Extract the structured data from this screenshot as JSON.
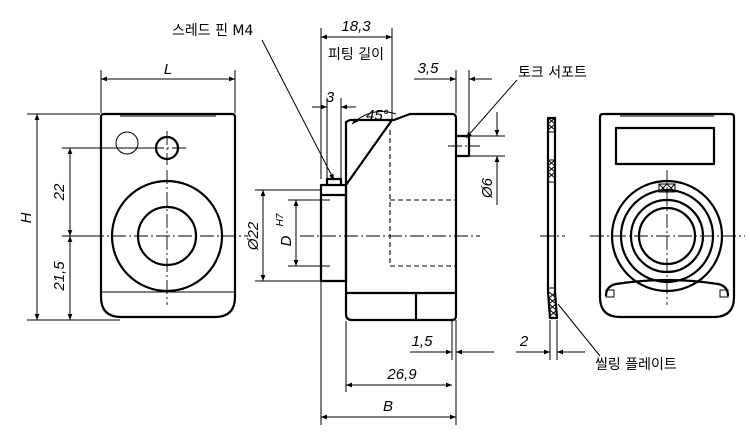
{
  "labels": {
    "thread_pin": "스레드 핀 M4",
    "fitting_length": "피팅 길이",
    "torque_support": "토크 서포트",
    "sealing_plate": "씰링 플레이트"
  },
  "dimensions": {
    "L": "L",
    "H": "H",
    "h22": "22",
    "h21_5": "21,5",
    "d18_3": "18,3",
    "d3": "3",
    "d45": "45°",
    "d22": "Ø22",
    "dH7_main": "D",
    "dH7_sup": "H7",
    "d3_5": "3,5",
    "d6": "Ø6",
    "d1_5": "1,5",
    "d26_9": "26,9",
    "dB": "B",
    "d2": "2"
  }
}
